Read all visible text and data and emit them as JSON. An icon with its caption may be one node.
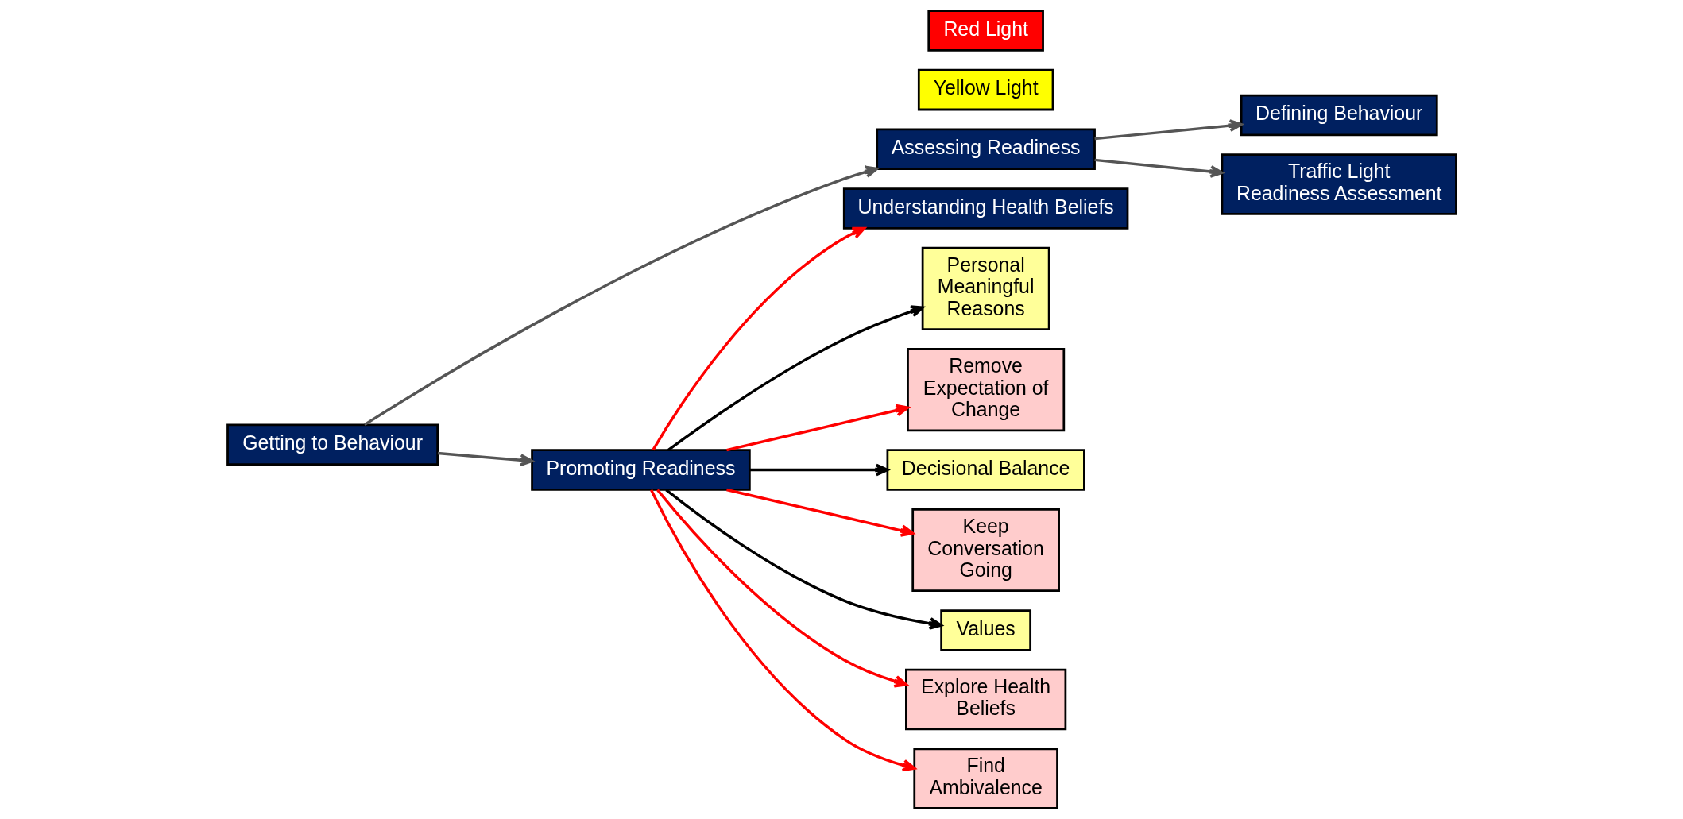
{
  "diagram": {
    "nodes": [
      {
        "text": [
          "Getting to Behaviour"
        ]
      },
      {
        "text": [
          "Assessing Readiness"
        ]
      },
      {
        "text": [
          "Defining Behaviour"
        ]
      },
      {
        "text": [
          "Traffic Light Readiness Assessment"
        ]
      },
      {
        "text": [
          "Yellow Light"
        ]
      },
      {
        "text": [
          "Red Light"
        ]
      },
      {
        "text": [
          "Understanding Health Beliefs"
        ]
      },
      {
        "text": [
          "Promoting Readiness"
        ]
      },
      {
        "text": [
          "Personal Meaningful Reasons"
        ]
      },
      {
        "text": [
          "Remove Expectation of Change"
        ]
      },
      {
        "text": [
          "Decisional Balance"
        ]
      },
      {
        "text": [
          "Keep Conversation Going"
        ]
      },
      {
        "text": [
          "Values"
        ]
      },
      {
        "text": [
          "Explore Health Beliefs"
        ]
      },
      {
        "text": [
          "Find Ambivalence"
        ]
      }
    ],
    "edges": [
      {
        "from": 0,
        "to": 1,
        "arrow": "to",
        "color": "#555555"
      },
      {
        "from": 0,
        "to": 7,
        "arrow": "to",
        "color": "#555555"
      },
      {
        "from": 1,
        "to": 2,
        "arrow": "to",
        "color": "#555555"
      },
      {
        "from": 1,
        "to": 3,
        "arrow": "to",
        "color": "#555555"
      },
      {
        "from": 7,
        "to": 8,
        "arrow": "to",
        "color": "#000000"
      },
      {
        "from": 7,
        "to": 10,
        "arrow": "to",
        "color": "#000000"
      },
      {
        "from": 7,
        "to": 12,
        "arrow": "to",
        "color": "#000000"
      },
      {
        "from": 7,
        "to": 6,
        "arrow": "to",
        "color": "#ff0000"
      },
      {
        "from": 7,
        "to": 9,
        "arrow": "to",
        "color": "#ff0000"
      },
      {
        "from": 7,
        "to": 11,
        "arrow": "to",
        "color": "#ff0000"
      },
      {
        "from": 7,
        "to": 13,
        "arrow": "to",
        "color": "#ff0000"
      },
      {
        "from": 7,
        "to": 14,
        "arrow": "to",
        "color": "#ff0000"
      }
    ]
  }
}
